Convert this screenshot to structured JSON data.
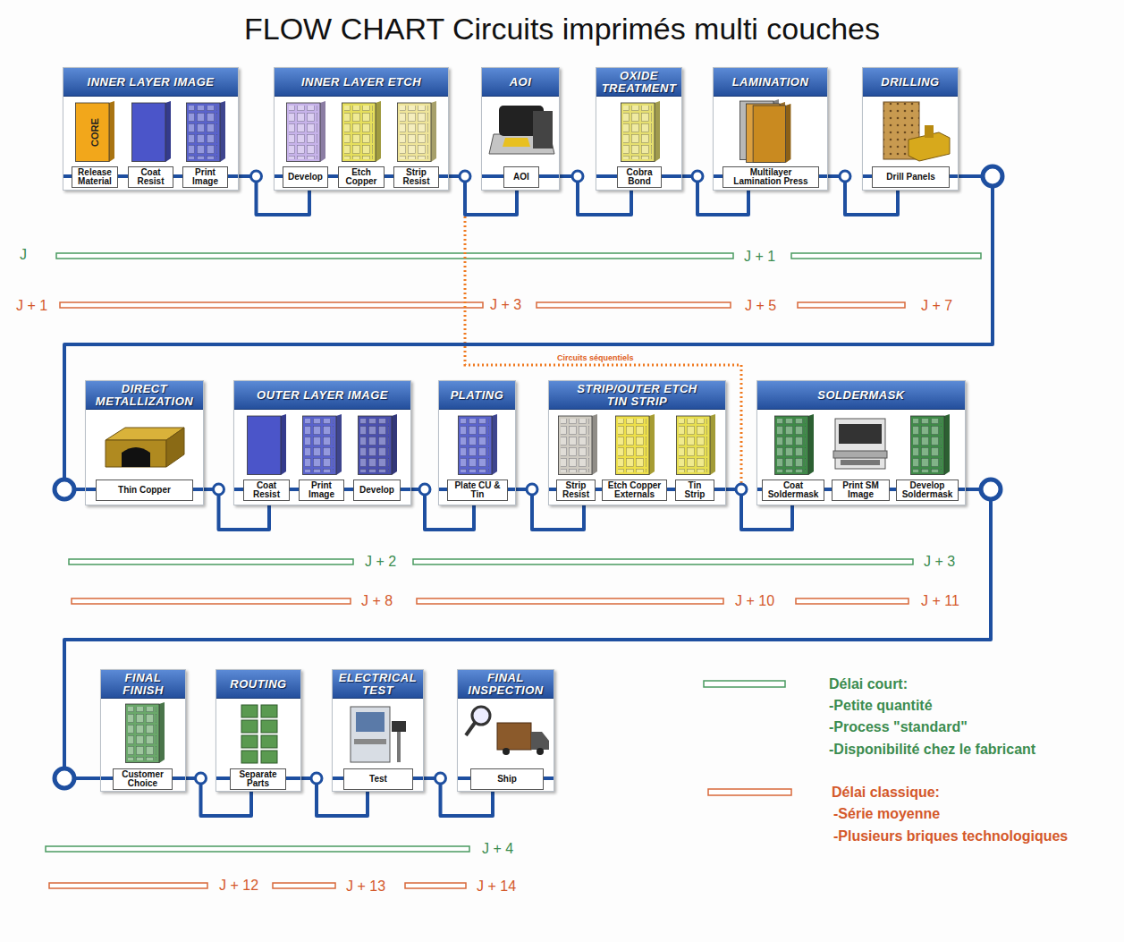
{
  "diagram": {
    "title": "FLOW CHART Circuits imprimés multi couches",
    "nodes": [
      {
        "text": [
          "INNER LAYER IMAGE"
        ]
      },
      {
        "text": [
          "Release Material"
        ],
        "in": 0
      },
      {
        "text": [
          "Coat Resist"
        ],
        "in": 0
      },
      {
        "text": [
          "Print Image"
        ],
        "in": 0
      },
      {
        "text": [
          "INNER LAYER ETCH"
        ]
      },
      {
        "text": [
          "Develop"
        ],
        "in": 4
      },
      {
        "text": [
          "Etch Copper"
        ],
        "in": 4
      },
      {
        "text": [
          "Strip Resist"
        ],
        "in": 4
      },
      {
        "text": [
          "AOI"
        ]
      },
      {
        "text": [
          "AOI"
        ],
        "in": 8
      },
      {
        "text": [
          "OXIDE TREATMENT"
        ]
      },
      {
        "text": [
          "Cobra Bond"
        ],
        "in": 10
      },
      {
        "text": [
          "LAMINATION"
        ]
      },
      {
        "text": [
          "Multilayer Lamination Press"
        ],
        "in": 12
      },
      {
        "text": [
          "DRILLING"
        ]
      },
      {
        "text": [
          "Drill Panels"
        ],
        "in": 14
      },
      {
        "text": [
          "DIRECT METALLIZATION"
        ]
      },
      {
        "text": [
          "Thin Copper"
        ],
        "in": 16
      },
      {
        "text": [
          "OUTER LAYER IMAGE"
        ]
      },
      {
        "text": [
          "Coat Resist"
        ],
        "in": 18
      },
      {
        "text": [
          "Print Image"
        ],
        "in": 18
      },
      {
        "text": [
          "Develop"
        ],
        "in": 18
      },
      {
        "text": [
          "PLATING"
        ]
      },
      {
        "text": [
          "Plate CU & Tin"
        ],
        "in": 22
      },
      {
        "text": [
          "STRIP/OUTER ETCH TIN STRIP"
        ]
      },
      {
        "text": [
          "Strip Resist"
        ],
        "in": 24
      },
      {
        "text": [
          "Etch Copper Externals"
        ],
        "in": 24
      },
      {
        "text": [
          "Tin Strip"
        ],
        "in": 24
      },
      {
        "text": [
          "SOLDERMASK"
        ]
      },
      {
        "text": [
          "Coat Soldermask"
        ],
        "in": 28
      },
      {
        "text": [
          "Print SM Image"
        ],
        "in": 28
      },
      {
        "text": [
          "Develop Soldermask"
        ],
        "in": 28
      },
      {
        "text": [
          "FINAL FINISH"
        ]
      },
      {
        "text": [
          "Customer Choice"
        ],
        "in": 32
      },
      {
        "text": [
          "ROUTING"
        ]
      },
      {
        "text": [
          "Separate Parts"
        ],
        "in": 34
      },
      {
        "text": [
          "ELECTRICAL TEST"
        ]
      },
      {
        "text": [
          "Test"
        ],
        "in": 36
      },
      {
        "text": [
          "FINAL INSPECTION"
        ]
      },
      {
        "text": [
          "Ship"
        ],
        "in": 38
      }
    ],
    "edges": [
      {
        "from": 0,
        "to": 4,
        "arrow": "none"
      },
      {
        "from": 4,
        "to": 8,
        "arrow": "none"
      },
      {
        "from": 8,
        "to": 10,
        "arrow": "none"
      },
      {
        "from": 10,
        "to": 12,
        "arrow": "none"
      },
      {
        "from": 12,
        "to": 14,
        "arrow": "none"
      },
      {
        "from": 14,
        "to": 16,
        "arrow": "none"
      },
      {
        "from": 16,
        "to": 18,
        "arrow": "none"
      },
      {
        "from": 18,
        "to": 22,
        "arrow": "none"
      },
      {
        "from": 22,
        "to": 24,
        "arrow": "none"
      },
      {
        "from": 24,
        "to": 28,
        "arrow": "none"
      },
      {
        "from": 28,
        "to": 32,
        "arrow": "none"
      },
      {
        "from": 32,
        "to": 34,
        "arrow": "none"
      },
      {
        "from": 34,
        "to": 36,
        "arrow": "none"
      },
      {
        "from": 36,
        "to": 38,
        "arrow": "none"
      }
    ],
    "labels": [
      "CORE",
      "J",
      "J + 1",
      "J + 1",
      "J + 3",
      "J + 5",
      "J + 7",
      "Circuits séquentiels",
      "J + 2",
      "J + 3",
      "J + 8",
      "J + 10",
      "J + 11",
      "J + 4",
      "J + 12",
      "J + 13",
      "J + 14",
      "-Petite quantité",
      "-Process \"standard\"",
      "-Disponibilité chez le fabricant",
      "-Série moyenne",
      "-Plusieurs briques technologiques"
    ],
    "legend": [
      {
        "text": "Délai court:"
      },
      {
        "text": "Délai classique:"
      }
    ]
  }
}
